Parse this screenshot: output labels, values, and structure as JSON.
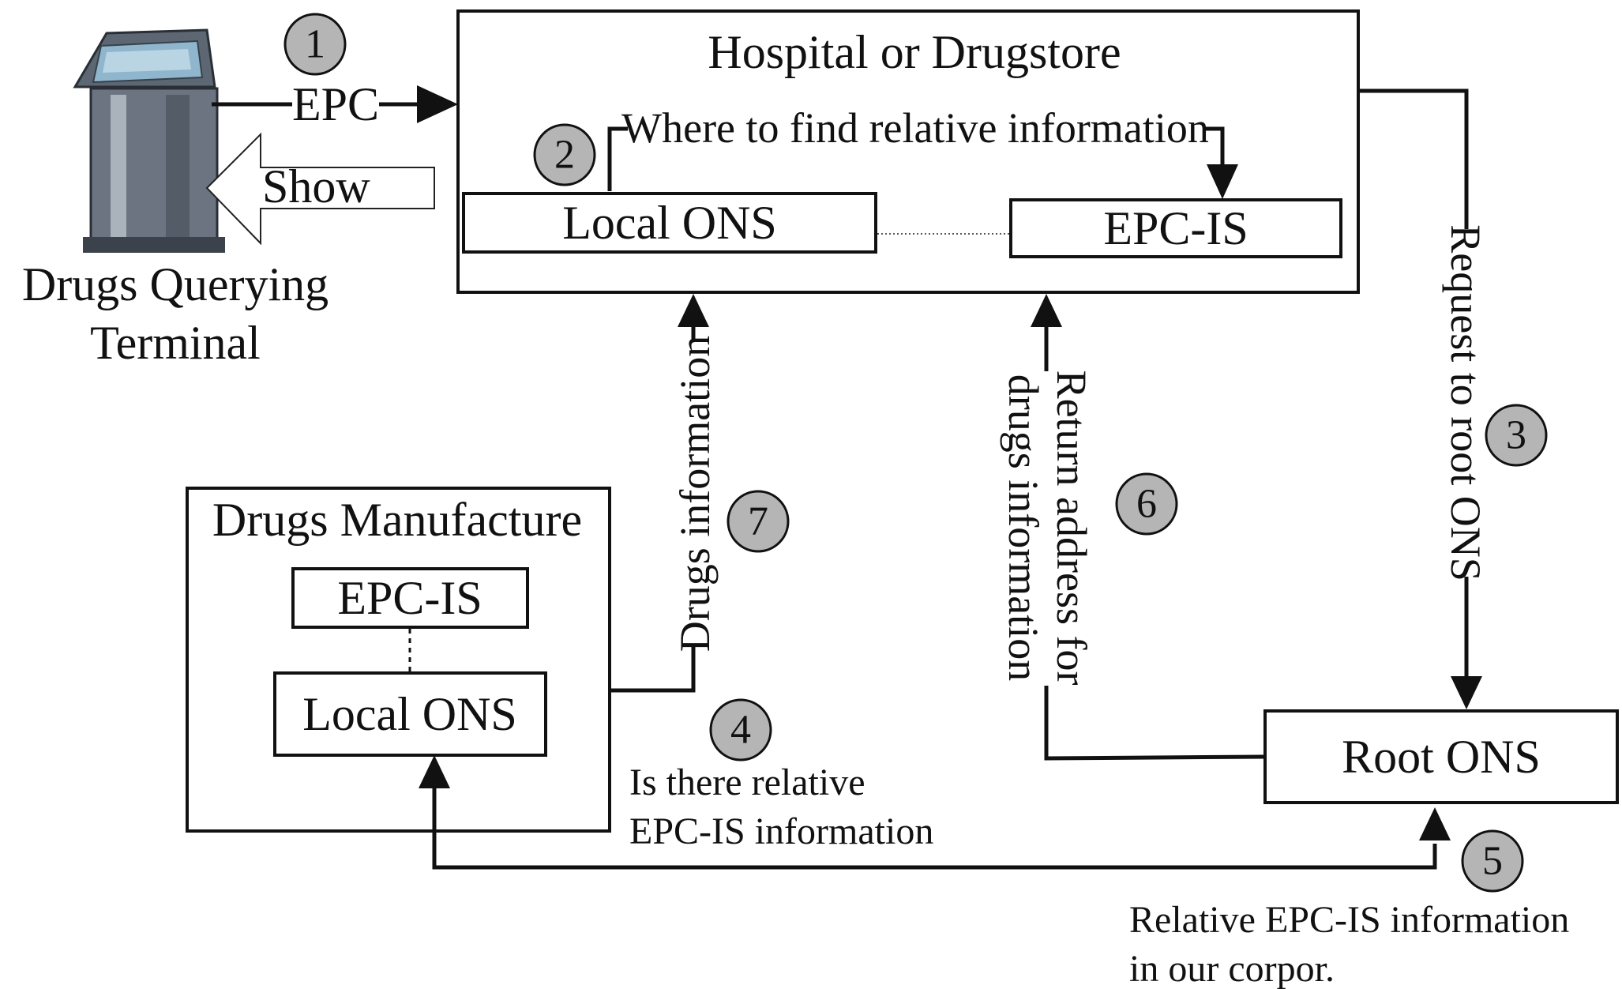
{
  "terminal": {
    "label_line1": "Drugs Querying",
    "label_line2": "Terminal"
  },
  "hospital": {
    "title": "Hospital or Drugstore",
    "local_ons": "Local ONS",
    "epc_is": "EPC-IS",
    "where_label": "Where to find relative information"
  },
  "manufacture": {
    "title": "Drugs Manufacture",
    "epc_is": "EPC-IS",
    "local_ons": "Local ONS"
  },
  "root_ons": {
    "label": "Root ONS"
  },
  "arrows": {
    "epc": "EPC",
    "show": "Show",
    "request_root": "Request to root ONS",
    "drugs_info": "Drugs information",
    "return_addr_line1": "Return address for",
    "return_addr_line2": "drugs information",
    "is_there_line1": "Is there relative",
    "is_there_line2": "EPC-IS information",
    "relative_line1": "Relative EPC-IS information",
    "relative_line2": "in our corpor."
  },
  "steps": [
    "1",
    "2",
    "3",
    "4",
    "5",
    "6",
    "7"
  ],
  "colors": {
    "badge_fill": "#b5b5b5",
    "stroke": "#111111"
  }
}
